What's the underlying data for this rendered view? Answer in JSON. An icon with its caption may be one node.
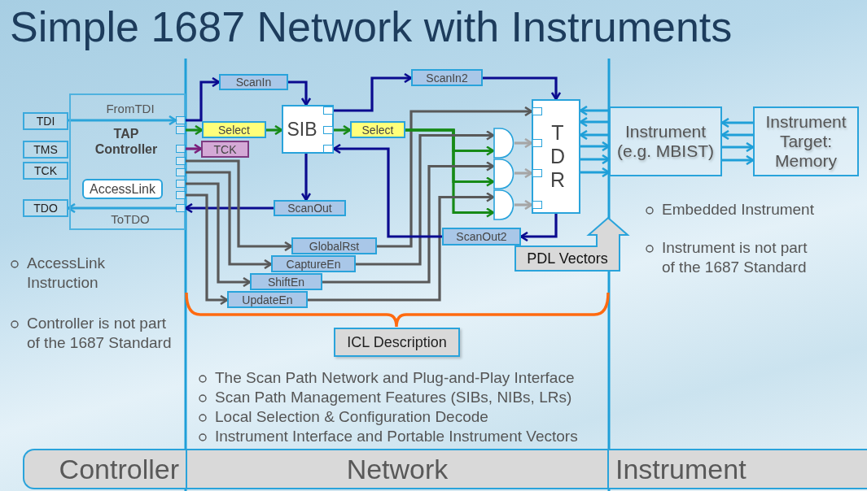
{
  "diagram": {
    "title": "Simple 1687 Network with Instruments",
    "nodes": [
      {
        "text": [
          "TAP Controller"
        ]
      },
      {
        "text": [
          "AccessLink"
        ],
        "in": 0
      },
      {
        "text": [],
        "shape": "box",
        "in": 0
      },
      {
        "text": [],
        "shape": "box",
        "in": 0
      },
      {
        "text": [],
        "shape": "box",
        "in": 0
      },
      {
        "text": [],
        "shape": "box",
        "in": 0
      },
      {
        "text": [],
        "shape": "box",
        "in": 0
      },
      {
        "text": [],
        "shape": "box",
        "in": 0
      },
      {
        "text": [],
        "shape": "box",
        "in": 0
      },
      {
        "text": [],
        "shape": "box",
        "in": 0
      },
      {
        "text": [
          "TDI"
        ]
      },
      {
        "text": [
          "TMS"
        ]
      },
      {
        "text": [
          "TCK"
        ]
      },
      {
        "text": [
          "TDO"
        ]
      },
      {
        "text": [
          "ScanIn"
        ]
      },
      {
        "text": [
          "Select"
        ]
      },
      {
        "text": [
          "TCK"
        ]
      },
      {
        "text": [
          "SIB"
        ]
      },
      {
        "text": [],
        "shape": "box",
        "in": 17
      },
      {
        "text": [],
        "shape": "box",
        "in": 17
      },
      {
        "text": [],
        "shape": "box",
        "in": 17
      },
      {
        "text": [
          "ScanOut"
        ]
      },
      {
        "text": [
          "ScanIn2"
        ]
      },
      {
        "text": [
          "Select"
        ]
      },
      {
        "text": [
          "GlobalRst"
        ]
      },
      {
        "text": [
          "CaptureEn"
        ]
      },
      {
        "text": [
          "ShiftEn"
        ]
      },
      {
        "text": [
          "UpdateEn"
        ]
      },
      {
        "text": [],
        "shape": "gate"
      },
      {
        "text": [],
        "shape": "gate"
      },
      {
        "text": [],
        "shape": "gate"
      },
      {
        "text": [
          "T D R"
        ]
      },
      {
        "text": [],
        "shape": "box",
        "in": 31
      },
      {
        "text": [],
        "shape": "box",
        "in": 31
      },
      {
        "text": [],
        "shape": "box",
        "in": 31
      },
      {
        "text": [],
        "shape": "box",
        "in": 31
      },
      {
        "text": [
          "ScanOut2"
        ]
      },
      {
        "text": [
          "PDL Vectors"
        ]
      },
      {
        "text": [
          "Instrument (e.g. MBIST)"
        ]
      },
      {
        "text": [
          "Instrument Target: Memory"
        ]
      },
      {
        "text": [
          "ICL Description"
        ]
      },
      {
        "text": [
          "Controller"
        ]
      },
      {
        "text": [
          "Network"
        ]
      },
      {
        "text": [
          "Instrument"
        ]
      }
    ],
    "edges": [
      {
        "from": 10,
        "to": 2,
        "arrow": "to",
        "label": "FromTDI"
      },
      {
        "from": 9,
        "to": 13,
        "arrow": "to",
        "label": "ToTDO"
      },
      {
        "from": 2,
        "to": 14,
        "arrow": "to",
        "color": "#0b0b8f"
      },
      {
        "from": 14,
        "to": 17,
        "arrow": "to",
        "color": "#0b0b8f"
      },
      {
        "from": 3,
        "to": 15,
        "arrow": "to",
        "color": "#178a17"
      },
      {
        "from": 15,
        "to": 17,
        "arrow": "to",
        "color": "#178a17"
      },
      {
        "from": 4,
        "to": 16,
        "arrow": "to",
        "color": "#7b1f7b"
      },
      {
        "from": 18,
        "to": 22,
        "arrow": "to",
        "color": "#0b0b8f"
      },
      {
        "from": 22,
        "to": 31,
        "arrow": "to",
        "color": "#0b0b8f"
      },
      {
        "from": 19,
        "to": 23,
        "arrow": "to",
        "color": "#178a17"
      },
      {
        "from": 17,
        "to": 21,
        "arrow": "to",
        "color": "#0b0b8f"
      },
      {
        "from": 21,
        "to": 9,
        "arrow": "to",
        "color": "#0b0b8f"
      },
      {
        "from": 5,
        "to": 24,
        "arrow": "to",
        "color": "#595959"
      },
      {
        "from": 6,
        "to": 25,
        "arrow": "to",
        "color": "#595959"
      },
      {
        "from": 7,
        "to": 26,
        "arrow": "to",
        "color": "#595959"
      },
      {
        "from": 8,
        "to": 27,
        "arrow": "to",
        "color": "#595959"
      },
      {
        "from": 24,
        "to": 32,
        "arrow": "to",
        "color": "#595959"
      },
      {
        "from": 23,
        "to": 28,
        "arrow": "to",
        "color": "#178a17"
      },
      {
        "from": 23,
        "to": 29,
        "arrow": "to",
        "color": "#178a17"
      },
      {
        "from": 23,
        "to": 30,
        "arrow": "to",
        "color": "#178a17"
      },
      {
        "from": 25,
        "to": 28,
        "arrow": "to",
        "color": "#595959"
      },
      {
        "from": 26,
        "to": 29,
        "arrow": "to",
        "color": "#595959"
      },
      {
        "from": 27,
        "to": 30,
        "arrow": "to",
        "color": "#595959"
      },
      {
        "from": 28,
        "to": 33,
        "arrow": "to",
        "color": "#a6a6a6"
      },
      {
        "from": 29,
        "to": 34,
        "arrow": "to",
        "color": "#a6a6a6"
      },
      {
        "from": 30,
        "to": 35,
        "arrow": "to",
        "color": "#a6a6a6"
      },
      {
        "from": 31,
        "to": 36,
        "arrow": "to",
        "color": "#0b0b8f"
      },
      {
        "from": 36,
        "to": 20,
        "arrow": "to",
        "color": "#0b0b8f"
      },
      {
        "from": 38,
        "to": 31,
        "arrow": "to"
      },
      {
        "from": 38,
        "to": 31,
        "arrow": "to"
      },
      {
        "from": 38,
        "to": 31,
        "arrow": "to"
      },
      {
        "from": 31,
        "to": 38,
        "arrow": "to"
      },
      {
        "from": 31,
        "to": 38,
        "arrow": "to"
      },
      {
        "from": 31,
        "to": 38,
        "arrow": "to"
      },
      {
        "from": 39,
        "to": 38,
        "arrow": "to"
      },
      {
        "from": 39,
        "to": 38,
        "arrow": "to"
      },
      {
        "from": 38,
        "to": 39,
        "arrow": "to"
      },
      {
        "from": 38,
        "to": 39,
        "arrow": "to"
      }
    ],
    "labels": [
      "AccessLink Instruction",
      "Controller is not part of the 1687 Standard",
      "The Scan Path Network and Plug-and-Play Interface",
      "Scan Path Management Features (SIBs, NIBs, LRs)",
      "Local Selection & Configuration Decode",
      "Instrument Interface and Portable Instrument Vectors",
      "Embedded Instrument",
      "Instrument is not part of the 1687 Standard"
    ]
  }
}
